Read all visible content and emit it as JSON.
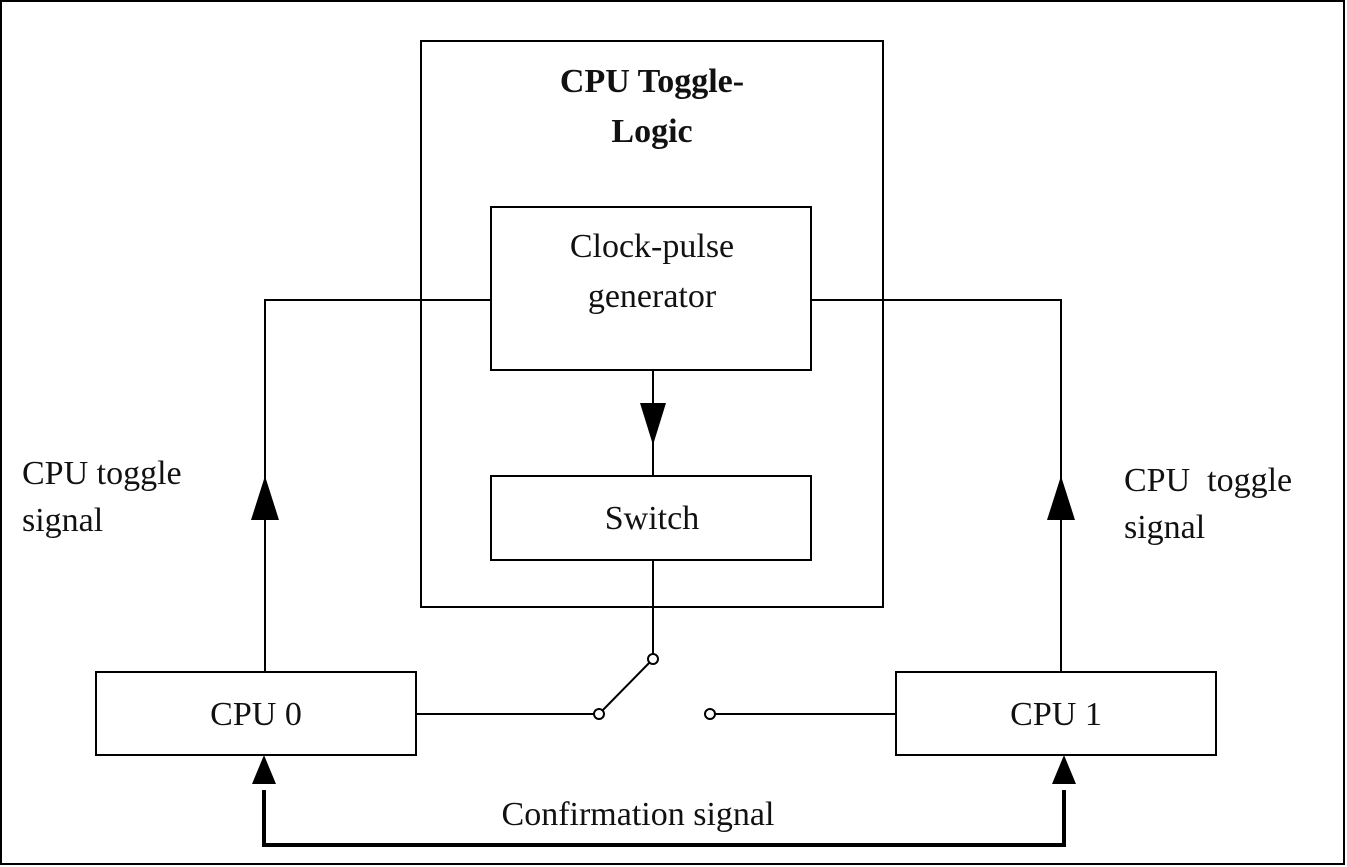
{
  "toggle_logic": {
    "title_line1": "CPU Toggle-",
    "title_line2": "Logic"
  },
  "clock_generator": {
    "label_line1": "Clock-pulse",
    "label_line2": "generator"
  },
  "switch_box": {
    "label": "Switch"
  },
  "cpu0": {
    "label": "CPU 0"
  },
  "cpu1": {
    "label": "CPU 1"
  },
  "toggle_signal_left": {
    "line1": "CPU toggle",
    "line2": "signal"
  },
  "toggle_signal_right": {
    "line1": "CPU  toggle",
    "line2": "signal"
  },
  "confirmation": {
    "label": "Confirmation signal"
  }
}
